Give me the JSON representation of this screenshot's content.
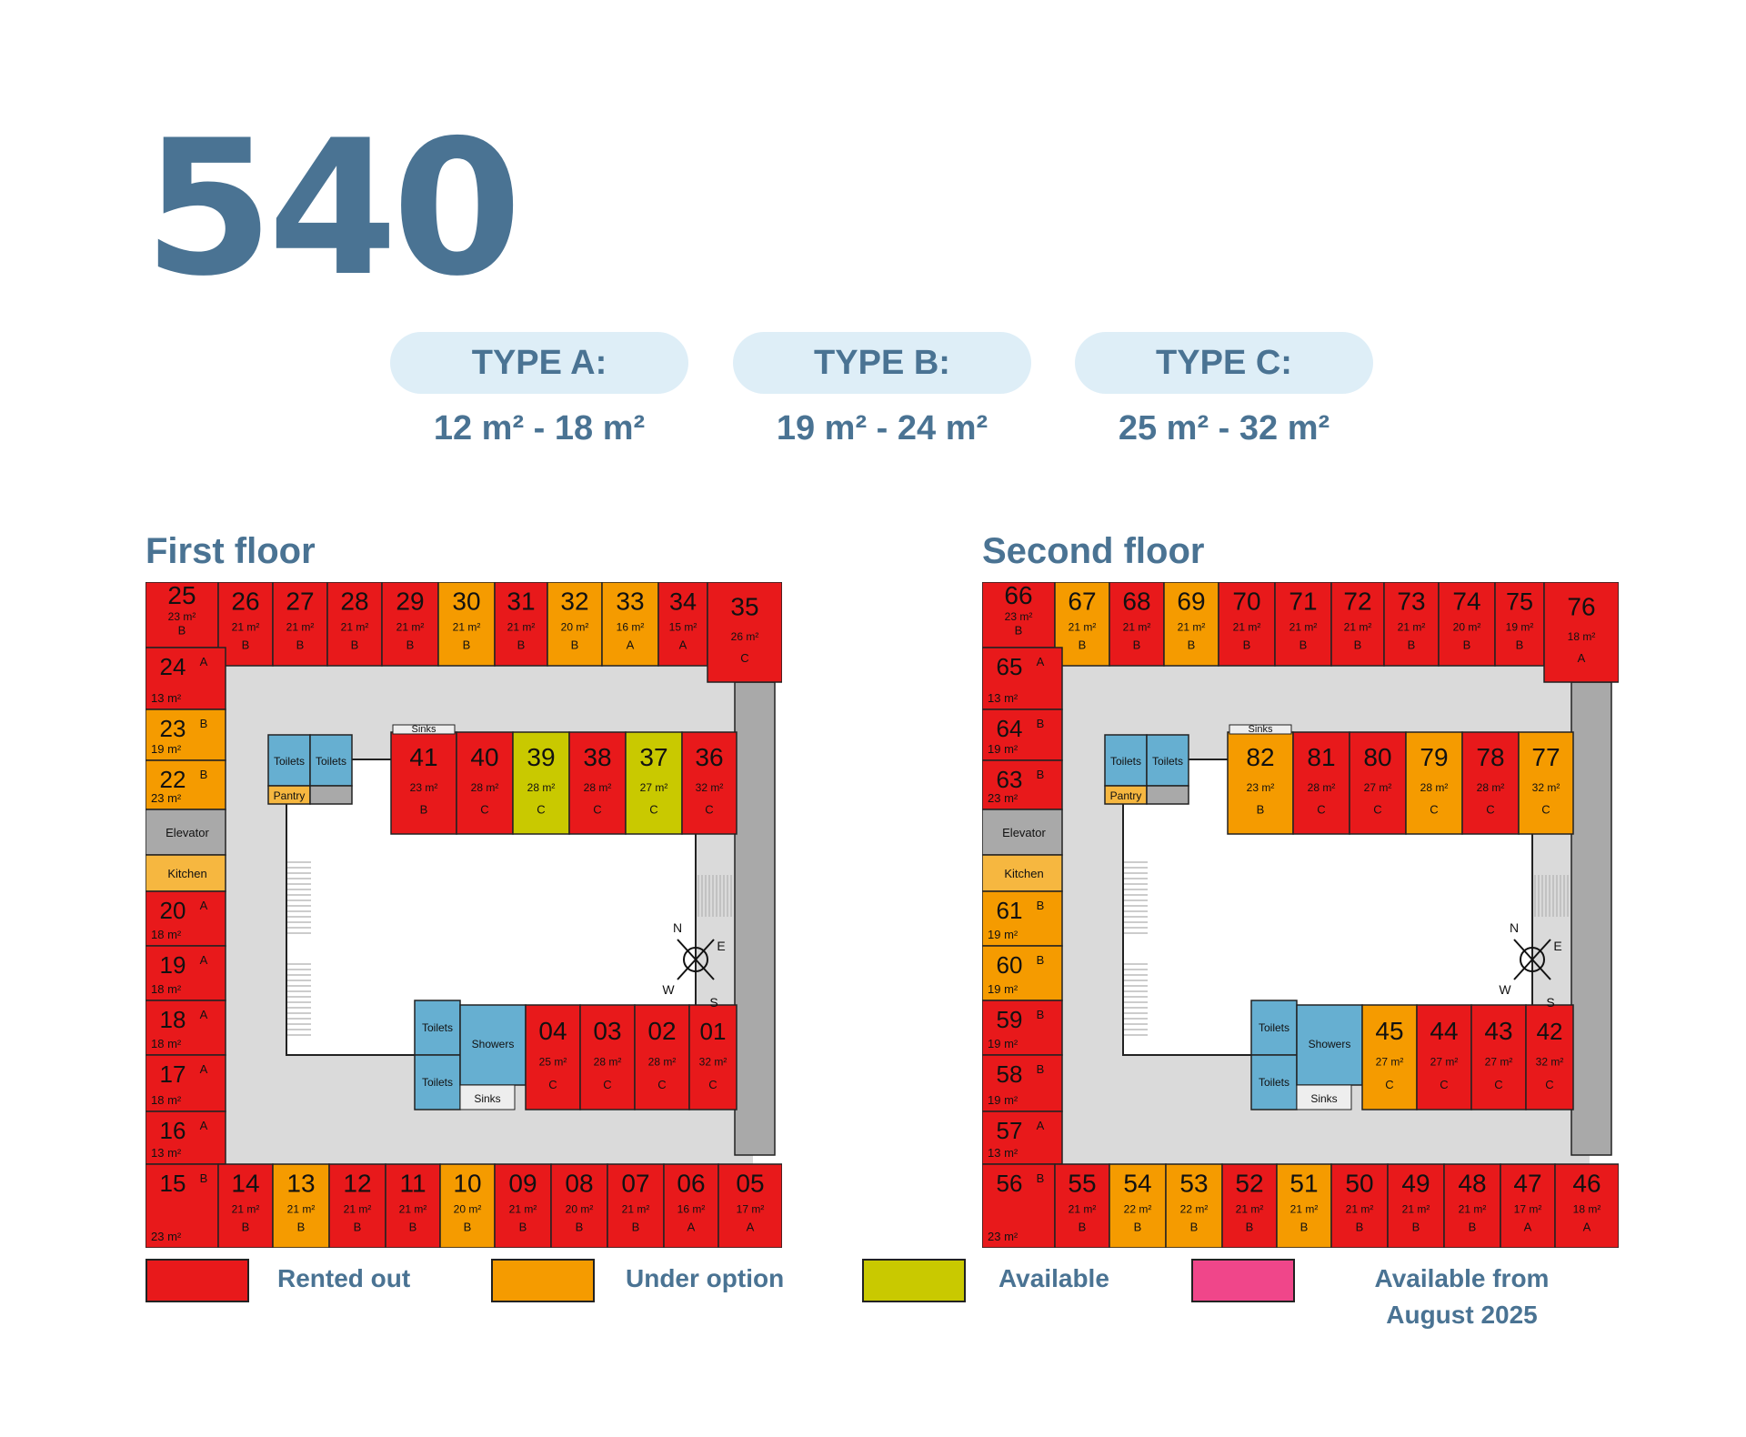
{
  "title": "540",
  "types": [
    {
      "label": "TYPE A:",
      "range": "12 m² - 18 m²"
    },
    {
      "label": "TYPE B:",
      "range": "19 m² - 24 m²"
    },
    {
      "label": "TYPE C:",
      "range": "25 m² - 32 m²"
    }
  ],
  "colors": {
    "rented": "#e8191b",
    "option": "#f59b00",
    "available": "#c9c900",
    "august": "#f0468a",
    "facility": "#66afd1",
    "kitchen": "#f6b740",
    "grey": "#a9a9a9",
    "corridor": "#dadada",
    "text": "#4a7393"
  },
  "legend": [
    {
      "label": "Rented out",
      "color": "#e8191b"
    },
    {
      "label": "Under option",
      "color": "#f59b00"
    },
    {
      "label": "Available",
      "color": "#c9c900"
    },
    {
      "label": "Available from August 2025",
      "color": "#f0468a"
    }
  ],
  "floors": [
    {
      "name": "First floor",
      "top_row": [
        {
          "num": "25",
          "size": "23 m²",
          "type": "B",
          "status": "rented"
        },
        {
          "num": "26",
          "size": "21 m²",
          "type": "B",
          "status": "rented"
        },
        {
          "num": "27",
          "size": "21 m²",
          "type": "B",
          "status": "rented"
        },
        {
          "num": "28",
          "size": "21 m²",
          "type": "B",
          "status": "rented"
        },
        {
          "num": "29",
          "size": "21 m²",
          "type": "B",
          "status": "rented"
        },
        {
          "num": "30",
          "size": "21 m²",
          "type": "B",
          "status": "option"
        },
        {
          "num": "31",
          "size": "21 m²",
          "type": "B",
          "status": "rented"
        },
        {
          "num": "32",
          "size": "20 m²",
          "type": "B",
          "status": "option"
        },
        {
          "num": "33",
          "size": "16 m²",
          "type": "A",
          "status": "option"
        },
        {
          "num": "34",
          "size": "15 m²",
          "type": "A",
          "status": "rented"
        },
        {
          "num": "35",
          "size": "26 m²",
          "type": "C",
          "status": "rented"
        }
      ],
      "left_col": [
        {
          "num": "24",
          "size": "13 m²",
          "type": "A",
          "status": "rented"
        },
        {
          "num": "23",
          "size": "19 m²",
          "type": "B",
          "status": "option"
        },
        {
          "num": "22",
          "size": "23 m²",
          "type": "B",
          "status": "option"
        },
        {
          "label": "Elevator",
          "kind": "grey"
        },
        {
          "label": "Kitchen",
          "kind": "kitchen"
        },
        {
          "num": "20",
          "size": "18 m²",
          "type": "A",
          "status": "rented"
        },
        {
          "num": "19",
          "size": "18 m²",
          "type": "A",
          "status": "rented"
        },
        {
          "num": "18",
          "size": "18 m²",
          "type": "A",
          "status": "rented"
        },
        {
          "num": "17",
          "size": "18 m²",
          "type": "A",
          "status": "rented"
        },
        {
          "num": "16",
          "size": "13 m²",
          "type": "A",
          "status": "rented"
        }
      ],
      "bottom_row": [
        {
          "num": "15",
          "size": "23 m²",
          "type": "B",
          "status": "rented"
        },
        {
          "num": "14",
          "size": "21 m²",
          "type": "B",
          "status": "rented"
        },
        {
          "num": "13",
          "size": "21 m²",
          "type": "B",
          "status": "option"
        },
        {
          "num": "12",
          "size": "21 m²",
          "type": "B",
          "status": "rented"
        },
        {
          "num": "11",
          "size": "21 m²",
          "type": "B",
          "status": "rented"
        },
        {
          "num": "10",
          "size": "20 m²",
          "type": "B",
          "status": "option"
        },
        {
          "num": "09",
          "size": "21 m²",
          "type": "B",
          "status": "rented"
        },
        {
          "num": "08",
          "size": "20 m²",
          "type": "B",
          "status": "rented"
        },
        {
          "num": "07",
          "size": "21 m²",
          "type": "B",
          "status": "rented"
        },
        {
          "num": "06",
          "size": "16 m²",
          "type": "A",
          "status": "rented"
        },
        {
          "num": "05",
          "size": "17 m²",
          "type": "A",
          "status": "rented"
        }
      ],
      "inner_top": [
        {
          "num": "41",
          "size": "23 m²",
          "type": "B",
          "status": "rented"
        },
        {
          "num": "40",
          "size": "28 m²",
          "type": "C",
          "status": "rented"
        },
        {
          "num": "39",
          "size": "28 m²",
          "type": "C",
          "status": "available"
        },
        {
          "num": "38",
          "size": "28 m²",
          "type": "C",
          "status": "rented"
        },
        {
          "num": "37",
          "size": "27 m²",
          "type": "C",
          "status": "available"
        },
        {
          "num": "36",
          "size": "32 m²",
          "type": "C",
          "status": "rented"
        }
      ],
      "inner_bottom": [
        {
          "num": "04",
          "size": "25 m²",
          "type": "C",
          "status": "rented"
        },
        {
          "num": "03",
          "size": "28 m²",
          "type": "C",
          "status": "rented"
        },
        {
          "num": "02",
          "size": "28 m²",
          "type": "C",
          "status": "rented"
        },
        {
          "num": "01",
          "size": "32 m²",
          "type": "C",
          "status": "rented"
        }
      ]
    },
    {
      "name": "Second floor",
      "top_row": [
        {
          "num": "66",
          "size": "23 m²",
          "type": "B",
          "status": "rented"
        },
        {
          "num": "67",
          "size": "21 m²",
          "type": "B",
          "status": "option"
        },
        {
          "num": "68",
          "size": "21 m²",
          "type": "B",
          "status": "rented"
        },
        {
          "num": "69",
          "size": "21 m²",
          "type": "B",
          "status": "option"
        },
        {
          "num": "70",
          "size": "21 m²",
          "type": "B",
          "status": "rented"
        },
        {
          "num": "71",
          "size": "21 m²",
          "type": "B",
          "status": "rented"
        },
        {
          "num": "72",
          "size": "21 m²",
          "type": "B",
          "status": "rented"
        },
        {
          "num": "73",
          "size": "21 m²",
          "type": "B",
          "status": "rented"
        },
        {
          "num": "74",
          "size": "20 m²",
          "type": "B",
          "status": "rented"
        },
        {
          "num": "75",
          "size": "19 m²",
          "type": "B",
          "status": "rented"
        },
        {
          "num": "76",
          "size": "18 m²",
          "type": "A",
          "status": "rented"
        }
      ],
      "left_col": [
        {
          "num": "65",
          "size": "13 m²",
          "type": "A",
          "status": "rented"
        },
        {
          "num": "64",
          "size": "19 m²",
          "type": "B",
          "status": "rented"
        },
        {
          "num": "63",
          "size": "23 m²",
          "type": "B",
          "status": "rented"
        },
        {
          "label": "Elevator",
          "kind": "grey"
        },
        {
          "label": "Kitchen",
          "kind": "kitchen"
        },
        {
          "num": "61",
          "size": "19 m²",
          "type": "B",
          "status": "option"
        },
        {
          "num": "60",
          "size": "19 m²",
          "type": "B",
          "status": "option"
        },
        {
          "num": "59",
          "size": "19 m²",
          "type": "B",
          "status": "rented"
        },
        {
          "num": "58",
          "size": "19 m²",
          "type": "B",
          "status": "rented"
        },
        {
          "num": "57",
          "size": "13 m²",
          "type": "A",
          "status": "rented"
        }
      ],
      "bottom_row": [
        {
          "num": "56",
          "size": "23 m²",
          "type": "B",
          "status": "rented"
        },
        {
          "num": "55",
          "size": "21 m²",
          "type": "B",
          "status": "rented"
        },
        {
          "num": "54",
          "size": "22 m²",
          "type": "B",
          "status": "option"
        },
        {
          "num": "53",
          "size": "22 m²",
          "type": "B",
          "status": "option"
        },
        {
          "num": "52",
          "size": "21 m²",
          "type": "B",
          "status": "rented"
        },
        {
          "num": "51",
          "size": "21 m²",
          "type": "B",
          "status": "option"
        },
        {
          "num": "50",
          "size": "21 m²",
          "type": "B",
          "status": "rented"
        },
        {
          "num": "49",
          "size": "21 m²",
          "type": "B",
          "status": "rented"
        },
        {
          "num": "48",
          "size": "21 m²",
          "type": "B",
          "status": "rented"
        },
        {
          "num": "47",
          "size": "17 m²",
          "type": "A",
          "status": "rented"
        },
        {
          "num": "46",
          "size": "18 m²",
          "type": "A",
          "status": "rented"
        }
      ],
      "inner_top": [
        {
          "num": "82",
          "size": "23 m²",
          "type": "B",
          "status": "option"
        },
        {
          "num": "81",
          "size": "28 m²",
          "type": "C",
          "status": "rented"
        },
        {
          "num": "80",
          "size": "27 m²",
          "type": "C",
          "status": "rented"
        },
        {
          "num": "79",
          "size": "28 m²",
          "type": "C",
          "status": "option"
        },
        {
          "num": "78",
          "size": "28 m²",
          "type": "C",
          "status": "rented"
        },
        {
          "num": "77",
          "size": "32 m²",
          "type": "C",
          "status": "option"
        }
      ],
      "inner_bottom": [
        {
          "num": "45",
          "size": "27 m²",
          "type": "C",
          "status": "option"
        },
        {
          "num": "44",
          "size": "27 m²",
          "type": "C",
          "status": "rented"
        },
        {
          "num": "43",
          "size": "27 m²",
          "type": "C",
          "status": "rented"
        },
        {
          "num": "42",
          "size": "32 m²",
          "type": "C",
          "status": "rented"
        }
      ]
    }
  ],
  "facilities": {
    "toilets": "Toilets",
    "pantry": "Pantry",
    "sinks": "Sinks",
    "showers": "Showers"
  },
  "compass": {
    "n": "N",
    "e": "E",
    "s": "S",
    "w": "W"
  }
}
